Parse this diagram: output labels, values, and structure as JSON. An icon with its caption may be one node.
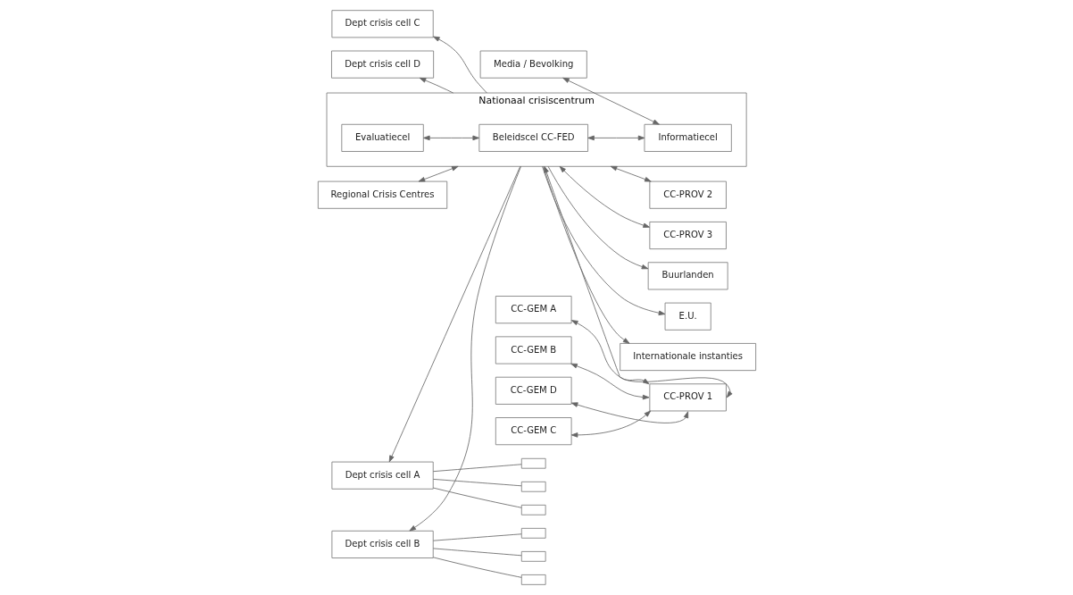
{
  "diagram": {
    "nodes": [
      {
        "text": [
          "Regional Crisis Centres"
        ]
      },
      {
        "text": [
          "Media / Bevolking"
        ]
      },
      {
        "text": [
          "Nationaal crisiscentrum"
        ]
      },
      {
        "text": [
          "Evaluatiecel"
        ],
        "in": 2
      },
      {
        "text": [
          "Beleidscel CC-FED"
        ],
        "in": 2
      },
      {
        "text": [
          "Informatiecel"
        ],
        "in": 2
      },
      {
        "text": [
          "Dept crisis cell A"
        ]
      },
      {
        "text": [
          "Dept crisis cell B"
        ]
      },
      {
        "text": [
          "Dept crisis cell C"
        ]
      },
      {
        "text": [
          "Dept crisis cell D"
        ]
      },
      {
        "text": [],
        "shape": "box"
      },
      {
        "text": [],
        "shape": "box"
      },
      {
        "text": [],
        "shape": "box"
      },
      {
        "text": [],
        "shape": "box"
      },
      {
        "text": [],
        "shape": "box"
      },
      {
        "text": [],
        "shape": "box"
      },
      {
        "text": [
          "CC-GEM A"
        ]
      },
      {
        "text": [
          "CC-GEM B"
        ]
      },
      {
        "text": [
          "CC-GEM C"
        ]
      },
      {
        "text": [
          "CC-GEM D"
        ]
      },
      {
        "text": [
          "CC-PROV 1"
        ]
      },
      {
        "text": [
          "CC-PROV 2"
        ]
      },
      {
        "text": [
          "CC-PROV 3"
        ]
      },
      {
        "text": [
          "Buurlanden"
        ]
      },
      {
        "text": [
          "E.U."
        ]
      },
      {
        "text": [
          "Internationale instanties"
        ]
      }
    ],
    "edges": [
      {
        "from": 0,
        "to": 2,
        "arrow": "both"
      },
      {
        "from": 1,
        "to": 5,
        "arrow": "both"
      },
      {
        "from": 3,
        "to": 4,
        "arrow": "both"
      },
      {
        "from": 4,
        "to": 5,
        "arrow": "both"
      },
      {
        "from": 2,
        "to": 6,
        "arrow": "to"
      },
      {
        "from": 2,
        "to": 7,
        "arrow": "to"
      },
      {
        "from": 2,
        "to": 8,
        "arrow": "to"
      },
      {
        "from": 2,
        "to": 9,
        "arrow": "to"
      },
      {
        "from": 10,
        "to": 6,
        "arrow": "none"
      },
      {
        "from": 11,
        "to": 6,
        "arrow": "none"
      },
      {
        "from": 12,
        "to": 6,
        "arrow": "none"
      },
      {
        "from": 13,
        "to": 7,
        "arrow": "none"
      },
      {
        "from": 14,
        "to": 7,
        "arrow": "none"
      },
      {
        "from": 15,
        "to": 7,
        "arrow": "none"
      },
      {
        "from": 2,
        "to": 20,
        "arrow": "both"
      },
      {
        "from": 2,
        "to": 21,
        "arrow": "both"
      },
      {
        "from": 2,
        "to": 22,
        "arrow": "both"
      },
      {
        "from": 20,
        "to": 16,
        "arrow": "both"
      },
      {
        "from": 20,
        "to": 17,
        "arrow": "both"
      },
      {
        "from": 20,
        "to": 18,
        "arrow": "both"
      },
      {
        "from": 20,
        "to": 19,
        "arrow": "both"
      },
      {
        "from": 2,
        "to": 23,
        "arrow": "to"
      },
      {
        "from": 2,
        "to": 24,
        "arrow": "to"
      },
      {
        "from": 2,
        "to": 25,
        "arrow": "to"
      }
    ]
  }
}
